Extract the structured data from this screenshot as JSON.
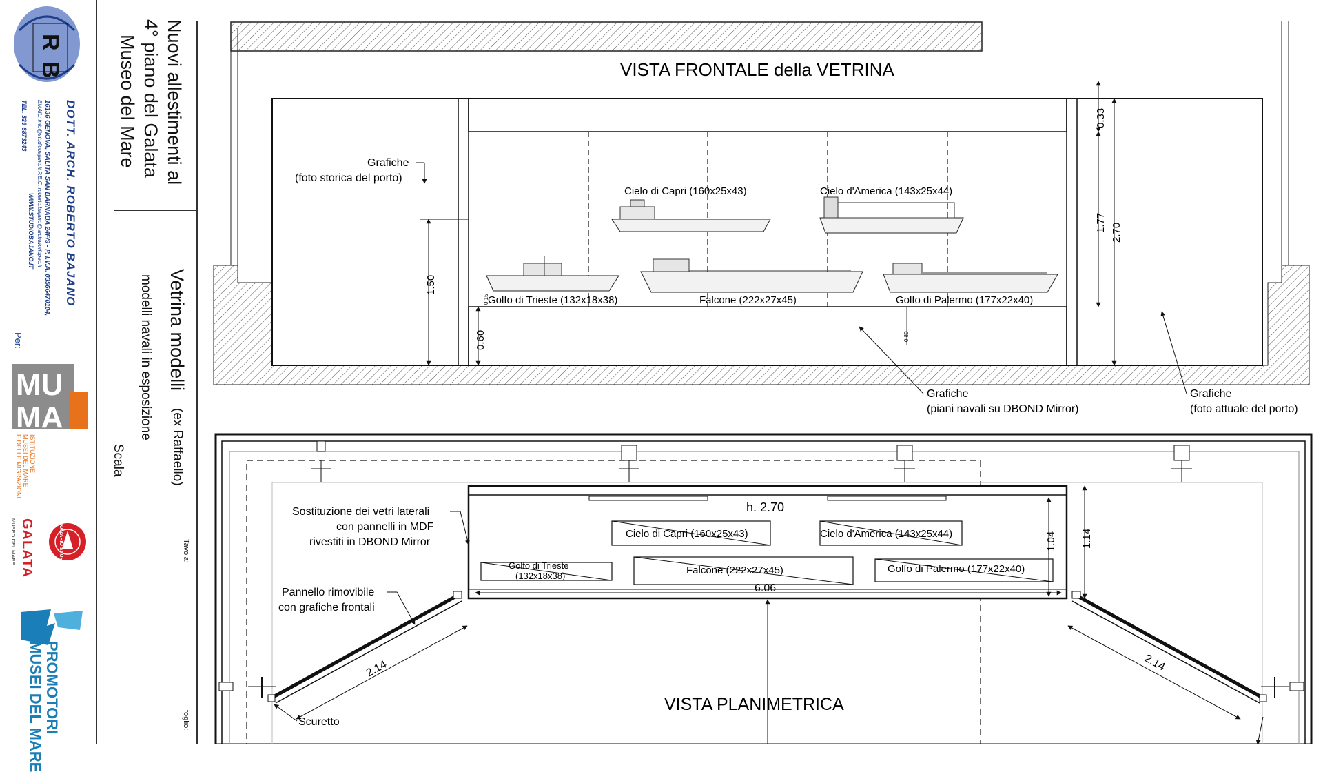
{
  "sheet": {
    "title_lines": [
      "Nuovi allestimenti al",
      "4° piano del Galata",
      "Museo del Mare"
    ],
    "subject": "Vetrina modelli",
    "subject_note": "(ex Raffaello)",
    "subject_sub": "modelli navali in esposizione",
    "scale_label": "Scala",
    "tavola_label": "Tavola:",
    "foglio_label": "foglio:",
    "per_label": "Per:"
  },
  "architect": {
    "name": "DOTT. ARCH. ROBERTO BAJANO",
    "address": "16136 GENOVA, SALITA SAN BARNABA 24F/9 - P. I.V.A. 03566470104,",
    "email": "EMAIL: info@studiobajano.it   P.E.C. roberto.bajano@archiworldpec.it",
    "web": "WWW.STUDIOBAJANO.IT",
    "phone": "TEL. 329 6873243",
    "logo_letters": [
      "R",
      "B"
    ]
  },
  "clients": {
    "muma_letters": [
      "MU",
      "MA"
    ],
    "muma_caption": [
      "ISTITUZIONE",
      "MUSEI DEL MARE",
      "E DELLE MIGRAZIONI"
    ],
    "galata_name": "GALATA",
    "galata_caption": "MUSEO DEL MARE",
    "galata_badge": "NAZARIO SAURO 1518",
    "promotori_lines": [
      "PROMOTORI",
      "MUSEI DEL MARE"
    ]
  },
  "front_view": {
    "title": "VISTA FRONTALE della VETRINA",
    "graphics_left": [
      "Grafiche",
      "(foto storica del porto)"
    ],
    "graphics_center": [
      "Grafiche",
      "(piani navali su DBOND Mirror)"
    ],
    "graphics_right": [
      "Grafiche",
      "(foto attuale del porto)"
    ],
    "ships": [
      "Cielo di Capri (160x25x43)",
      "Cielo d'America (143x25x44)",
      "Golfo di Trieste (132x18x38)",
      "Falcone (222x27x45)",
      "Golfo di Palermo (177x22x40)"
    ],
    "dims": [
      "1.50",
      "0.60",
      "0.33",
      "1.77",
      "2.70",
      "0.15",
      "0.80"
    ]
  },
  "plan_view": {
    "title": "VISTA PLANIMETRICA",
    "height_label": "h. 2.70",
    "note_glass": [
      "Sostituzione dei vetri laterali",
      "con pannelli in MDF",
      "rivestiti in DBOND Mirror"
    ],
    "note_panel": [
      "Pannello rimovibile",
      "con grafiche frontali"
    ],
    "note_scuretto": "Scuretto",
    "boxes": [
      "Cielo di Capri (160x25x43)",
      "Cielo d'America (143x25x44)",
      "Golfo di Trieste",
      "(132x18x38)",
      "Falcone (222x27x45)",
      "Golfo di Palermo (177x22x40)"
    ],
    "dims": [
      "6.06",
      "1.04",
      "1.14",
      "2.14",
      "2.14"
    ]
  },
  "colors": {
    "muma_gray": "#8c8c8c",
    "muma_orange": "#e8711c",
    "galata_red": "#d62027",
    "promotori_blue": "#1a7fb8",
    "bajano_blue": "#1f3f8a"
  }
}
